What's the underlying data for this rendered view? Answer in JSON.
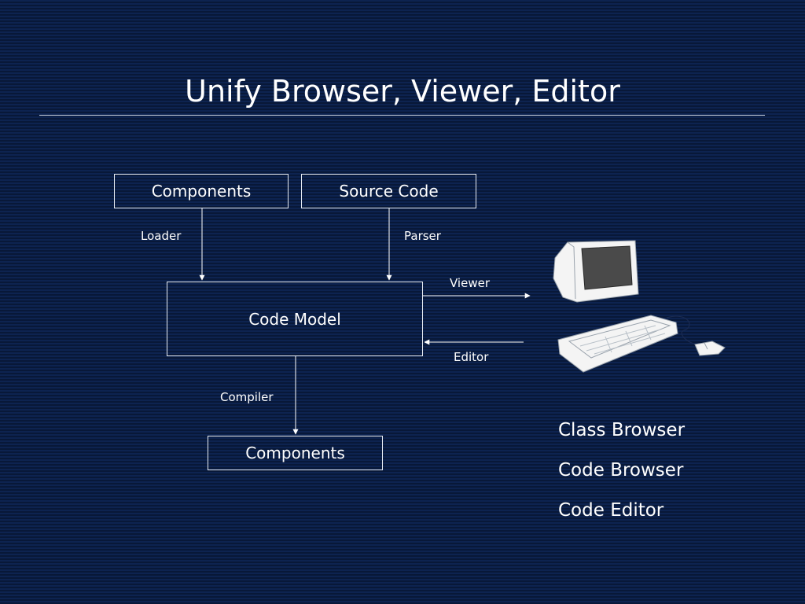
{
  "title": "Unify Browser, Viewer, Editor",
  "diagram": {
    "nodes": {
      "components_in": "Components",
      "source_code": "Source Code",
      "code_model": "Code Model",
      "components_out": "Components"
    },
    "edges": {
      "loader": "Loader",
      "parser": "Parser",
      "compiler": "Compiler",
      "viewer": "Viewer",
      "editor": "Editor"
    }
  },
  "modes": [
    "Class Browser",
    "Code Browser",
    "Code Editor"
  ],
  "colors": {
    "background": "#0b1f45",
    "foreground": "#ffffff"
  },
  "icons": {
    "computer": "computer-icon"
  }
}
